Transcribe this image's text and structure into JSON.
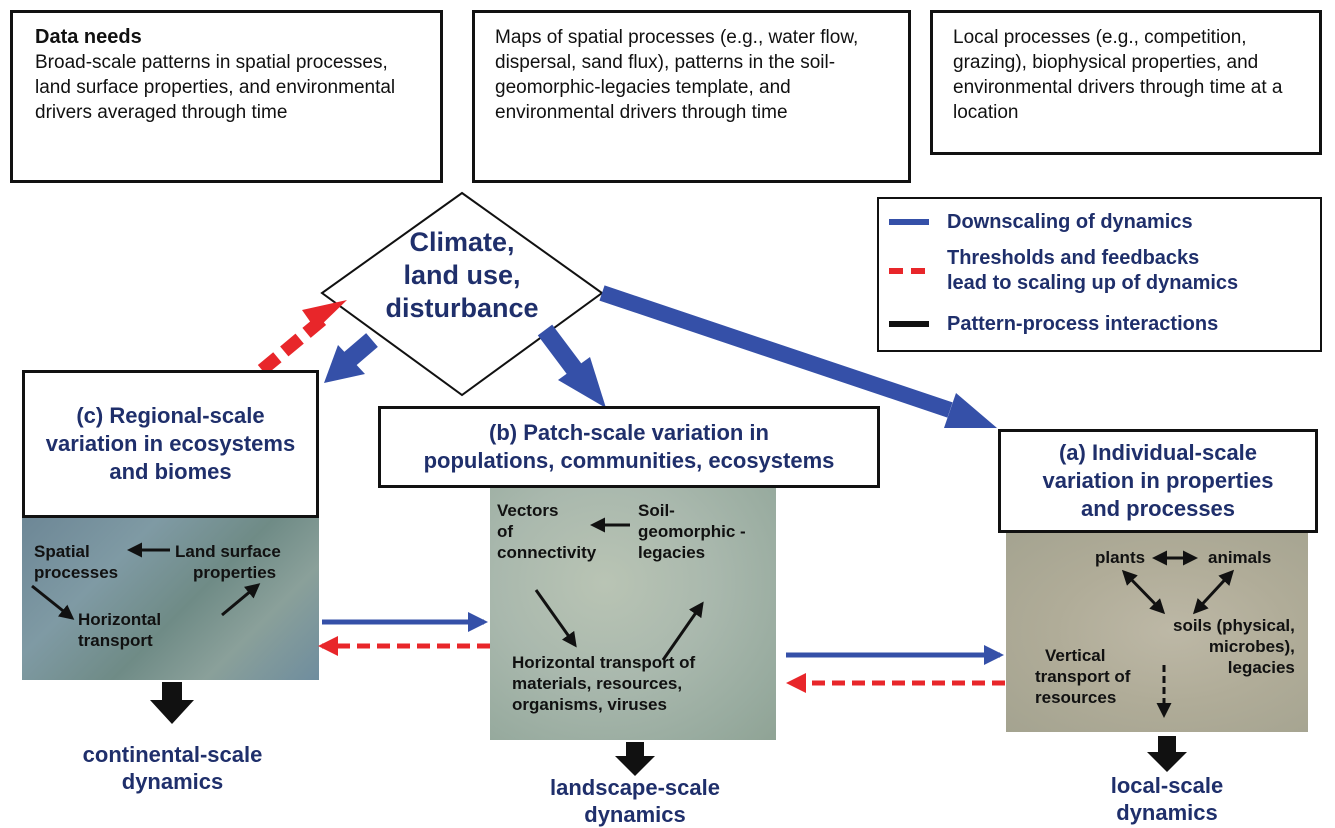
{
  "data_needs": {
    "title": "Data needs",
    "regional": "Broad-scale patterns in spatial processes, land surface properties, and environmental drivers averaged through time",
    "patch": "Maps of spatial processes (e.g., water flow, dispersal, sand flux), patterns in the soil-geomorphic-legacies template, and environmental drivers through time",
    "individual": "Local processes (e.g., competition, grazing), biophysical properties, and environmental drivers through time at a location"
  },
  "driver": {
    "line1": "Climate,",
    "line2": "land use,",
    "line3": "disturbance"
  },
  "legend": {
    "downscaling": "Downscaling of dynamics",
    "thresholds_line1": "Thresholds and feedbacks",
    "thresholds_line2": "lead to scaling up of dynamics",
    "pattern_process": "Pattern-process interactions",
    "colors": {
      "downscaling": "#3550a8",
      "thresholds": "#e8262a",
      "pattern_process": "#111111"
    }
  },
  "scales": {
    "regional": {
      "title": "(c) Regional-scale variation in ecosystems and biomes",
      "labels": {
        "spatial_processes_1": "Spatial",
        "spatial_processes_2": "processes",
        "land_surface_1": "Land surface",
        "land_surface_2": "properties",
        "horizontal_1": "Horizontal",
        "horizontal_2": "transport"
      },
      "dynamics_1": "continental-scale",
      "dynamics_2": "dynamics"
    },
    "patch": {
      "title_1": "(b) Patch-scale variation in",
      "title_2": "populations, communities, ecosystems",
      "labels": {
        "vectors_1": "Vectors",
        "vectors_2": "of",
        "vectors_3": "connectivity",
        "soil_1": "Soil-",
        "soil_2": "geomorphic -",
        "soil_3": "legacies",
        "horiz_1": "Horizontal transport of",
        "horiz_2": "materials, resources,",
        "horiz_3": "organisms, viruses"
      },
      "dynamics_1": "landscape-scale",
      "dynamics_2": "dynamics"
    },
    "individual": {
      "title_1": "(a) Individual-scale",
      "title_2": "variation in properties",
      "title_3": "and processes",
      "labels": {
        "plants": "plants",
        "animals": "animals",
        "soils_1": "soils (physical,",
        "soils_2": "microbes),",
        "soils_3": "legacies",
        "vertical_1": "Vertical",
        "vertical_2": "transport of",
        "vertical_3": "resources"
      },
      "dynamics_1": "local-scale",
      "dynamics_2": "dynamics"
    }
  }
}
